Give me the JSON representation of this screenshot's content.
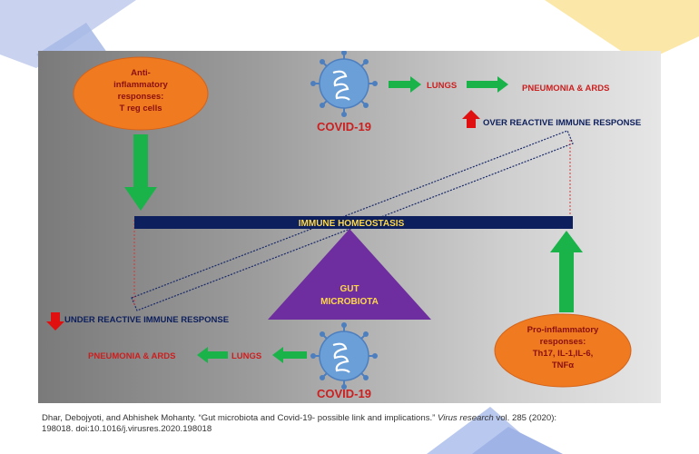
{
  "diagram": {
    "virus_top_label": "COVID-19",
    "virus_bottom_label": "COVID-19",
    "lungs_top": "LUNGS",
    "lungs_bottom": "LUNGS",
    "pneumonia_top": "PNEUMONIA & ARDS",
    "pneumonia_bottom": "PNEUMONIA & ARDS",
    "over_reactive": "OVER REACTIVE  IMMUNE RESPONSE",
    "under_reactive": "UNDER REACTIVE IMMUNE RESPONSE",
    "homeostasis": "IMMUNE HOMEOSTASIS",
    "gut_line1": "GUT",
    "gut_line2": "MICROBIOTA",
    "anti_line1": "Anti-",
    "anti_line2": "inflammatory",
    "anti_line3": "responses:",
    "anti_line4": "T reg cells",
    "pro_line1": "Pro-inflammatory",
    "pro_line2": "responses:",
    "pro_line3": "Th17, IL-1,IL-6,",
    "pro_line4": "TNFα"
  },
  "citation": {
    "authors": "Dhar, Debojyoti, and Abhishek Mohanty. “Gut microbiota and Covid-19- possible link and implications.”",
    "journal": "Virus research",
    "details": "vol. 285 (2020):",
    "line2": "198018. doi:10.1016/j.virusres.2020.198018"
  },
  "colors": {
    "accent_red": "#cc1f1f",
    "arrow_green": "#19b34a",
    "bar_navy": "#0d1f5c",
    "label_yellow": "#ffd84a",
    "triangle_purple": "#6e2ea0",
    "ellipse_orange": "#f07a1f",
    "virus_blue": "#6a9fd8"
  }
}
